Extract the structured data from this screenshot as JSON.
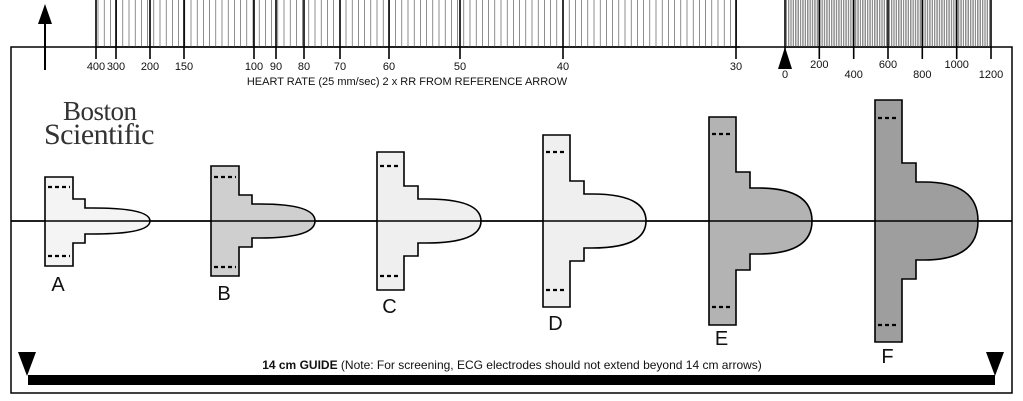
{
  "logo": {
    "line1": "Boston",
    "line2": "Scientific"
  },
  "heart_rate_scale": {
    "title": "HEART RATE (25 mm/sec) 2 x RR FROM REFERENCE ARROW",
    "labels": [
      "400",
      "300",
      "200",
      "150",
      "100",
      "90",
      "80",
      "70",
      "60",
      "50",
      "40",
      "30"
    ]
  },
  "ms_scale": {
    "labels": [
      "0",
      "200",
      "400",
      "600",
      "800",
      "1000",
      "1200"
    ]
  },
  "templates": [
    {
      "letter": "A",
      "fill": "#f4f4f4"
    },
    {
      "letter": "B",
      "fill": "#cfcfcf"
    },
    {
      "letter": "C",
      "fill": "#efefef"
    },
    {
      "letter": "D",
      "fill": "#efefef"
    },
    {
      "letter": "E",
      "fill": "#b3b3b3"
    },
    {
      "letter": "F",
      "fill": "#9e9e9e"
    }
  ],
  "guide": {
    "bold": "14 cm GUIDE",
    "note": " (Note:  For screening, ECG electrodes should not extend beyond 14 cm arrows)"
  },
  "colors": {
    "ink": "#000000",
    "paper": "#ffffff"
  }
}
